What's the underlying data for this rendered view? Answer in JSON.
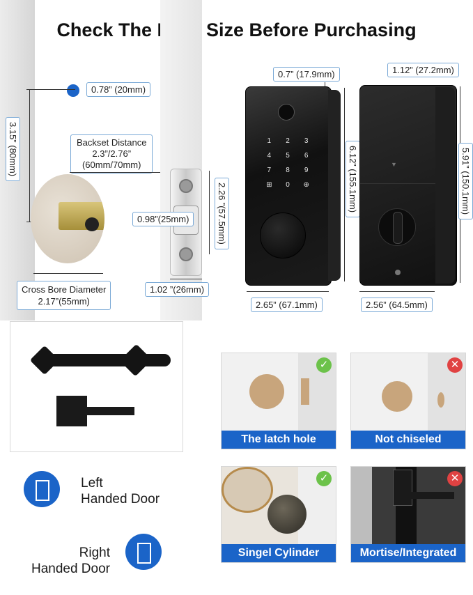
{
  "title": "Check The Door Size Before Purchasing",
  "dims": {
    "hole": "0.78” (20mm)",
    "height_3_15": "3.15” (80mm)",
    "backset_title": "Backset Distance",
    "backset_in": "2.3”/2.76”",
    "backset_mm": "(60mm/70mm)",
    "cross_bore_title": "Cross Bore Diameter",
    "cross_bore_value": "2.17”(55mm)",
    "plate_height": "2.26 ”(57.5mm)",
    "bolt": "0.98”(25mm)",
    "plate_width": "1.02 ”(26mm)",
    "front_depth": "0.7” (17.9mm)",
    "front_height": "6.12” (155.1mm)",
    "front_width": "2.65” (67.1mm)",
    "back_depth": "1.12” (27.2mm)",
    "back_height": "5.91” (150.1mm)",
    "back_width": "2.56” (64.5mm)"
  },
  "keypad": [
    "1",
    "2",
    "3",
    "4",
    "5",
    "6",
    "7",
    "8",
    "9",
    "0"
  ],
  "cards": {
    "latch": "The latch hole",
    "chisel": "Not chiseled",
    "cylinder": "Singel Cylinder",
    "mortise": "Mortise/Integrated"
  },
  "doors": {
    "left_line1": "Left",
    "left_line2": "Handed Door",
    "right_line1": "Right",
    "right_line2": "Handed Door"
  },
  "colors": {
    "accent": "#1b64c8",
    "ok": "#6cc24a",
    "bad": "#e04242"
  }
}
